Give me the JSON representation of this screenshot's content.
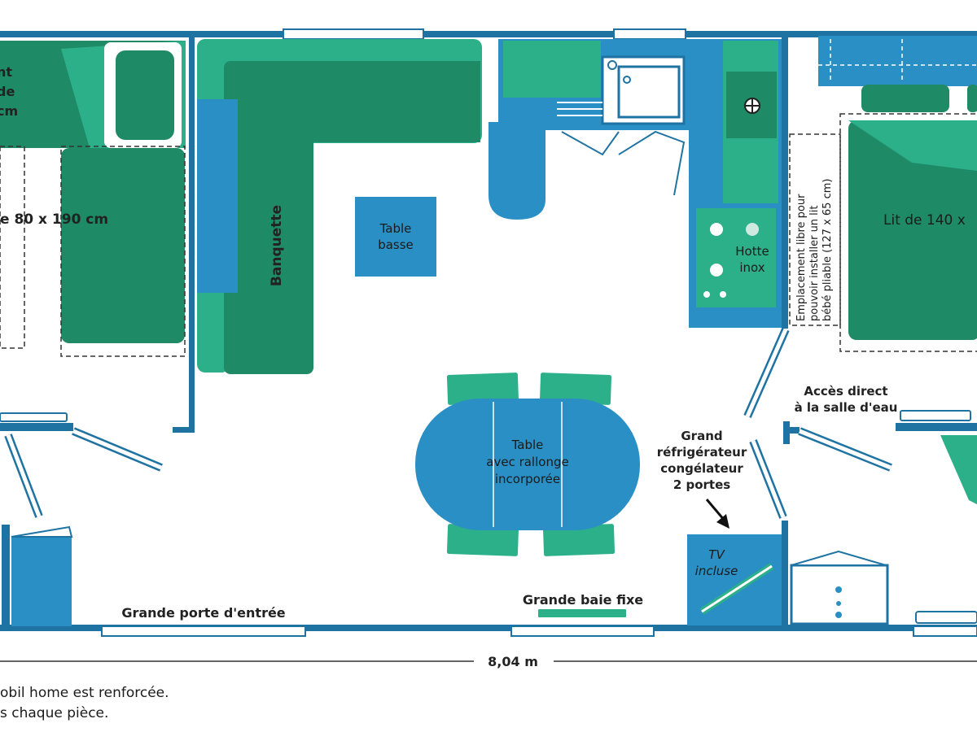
{
  "colors": {
    "wall": "#1f73a3",
    "blue": "#2a8fc4",
    "green_dark": "#1f8a66",
    "green_light": "#2cb08a",
    "green_pale": "#32c09a",
    "window": "#ffffff"
  },
  "labels": {
    "left_bed_partial_top": [
      "nt",
      "de",
      "cm"
    ],
    "left_bed_size": "e 80 x 190 cm",
    "banquette": "Banquette",
    "coffee_table": [
      "Table",
      "basse"
    ],
    "hood": [
      "Hotte",
      "inox"
    ],
    "cot_space": [
      "Emplacement libre pour",
      "pouvoir installer un lit",
      "bébé pliable (127 x 65 cm)"
    ],
    "right_bed_size": "Lit de 140 x",
    "bathroom_access": [
      "Accès direct",
      "à la salle d'eau"
    ],
    "dining_table": [
      "Table",
      "avec rallonge",
      "incorporée"
    ],
    "fridge": [
      "Grand",
      "réfrigérateur",
      "congélateur",
      "2 portes"
    ],
    "tv": [
      "TV",
      "incluse"
    ],
    "entry_door": "Grande porte d'entrée",
    "fixed_bay": "Grande baie fixe",
    "dimension": "8,04 m"
  },
  "footnotes": [
    "obil home est renforcée.",
    "s chaque pièce."
  ]
}
